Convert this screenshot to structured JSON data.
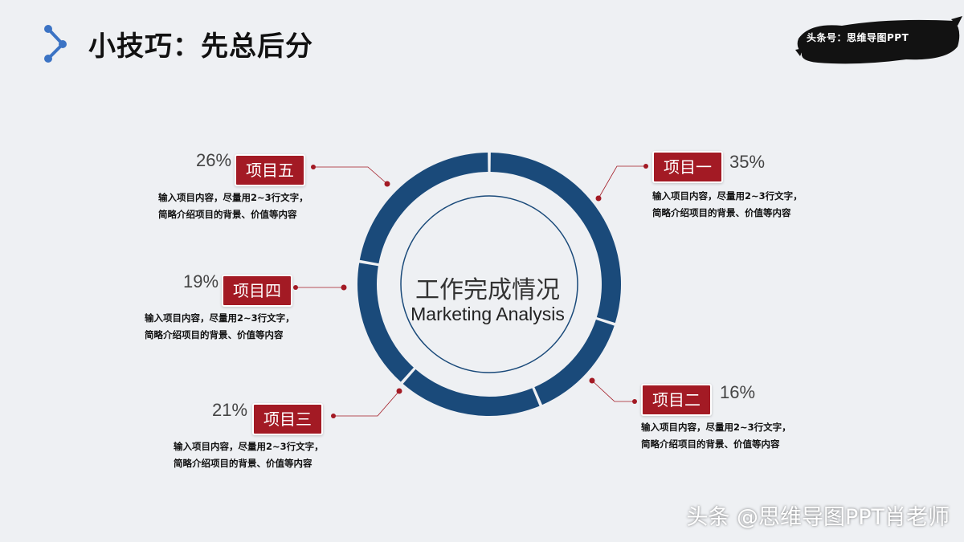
{
  "page": {
    "title": "小技巧：先总后分",
    "watermark": "头条号：思维导图PPT",
    "footer": "头条 @思维导图PPT肖老师"
  },
  "colors": {
    "ring": "#1a4a7a",
    "accent": "#a31a24",
    "background": "#eef0f3"
  },
  "icons": {
    "header": "connect-nodes-icon"
  },
  "center": {
    "title_cn": "工作完成情况",
    "title_en": "Marketing Analysis"
  },
  "chart_data": {
    "type": "pie",
    "title": "工作完成情况",
    "subtitle": "Marketing Analysis",
    "order": "clockwise-from-top",
    "categories": [
      "项目一",
      "项目二",
      "项目三",
      "项目四",
      "项目五"
    ],
    "values": [
      35,
      16,
      21,
      19,
      26
    ],
    "value_labels": [
      "35%",
      "16%",
      "21%",
      "19%",
      "26%"
    ]
  },
  "items": [
    {
      "label": "项目一",
      "value": "35%",
      "desc1": "输入项目内容，尽量用2~3行文字，",
      "desc2": "简略介绍项目的背景、价值等内容"
    },
    {
      "label": "项目二",
      "value": "16%",
      "desc1": "输入项目内容，尽量用2~3行文字，",
      "desc2": "简略介绍项目的背景、价值等内容"
    },
    {
      "label": "项目三",
      "value": "21%",
      "desc1": "输入项目内容，尽量用2~3行文字，",
      "desc2": "简略介绍项目的背景、价值等内容"
    },
    {
      "label": "项目四",
      "value": "19%",
      "desc1": "输入项目内容，尽量用2~3行文字，",
      "desc2": "简略介绍项目的背景、价值等内容"
    },
    {
      "label": "项目五",
      "value": "26%",
      "desc1": "输入项目内容，尽量用2~3行文字，",
      "desc2": "简略介绍项目的背景、价值等内容"
    }
  ]
}
